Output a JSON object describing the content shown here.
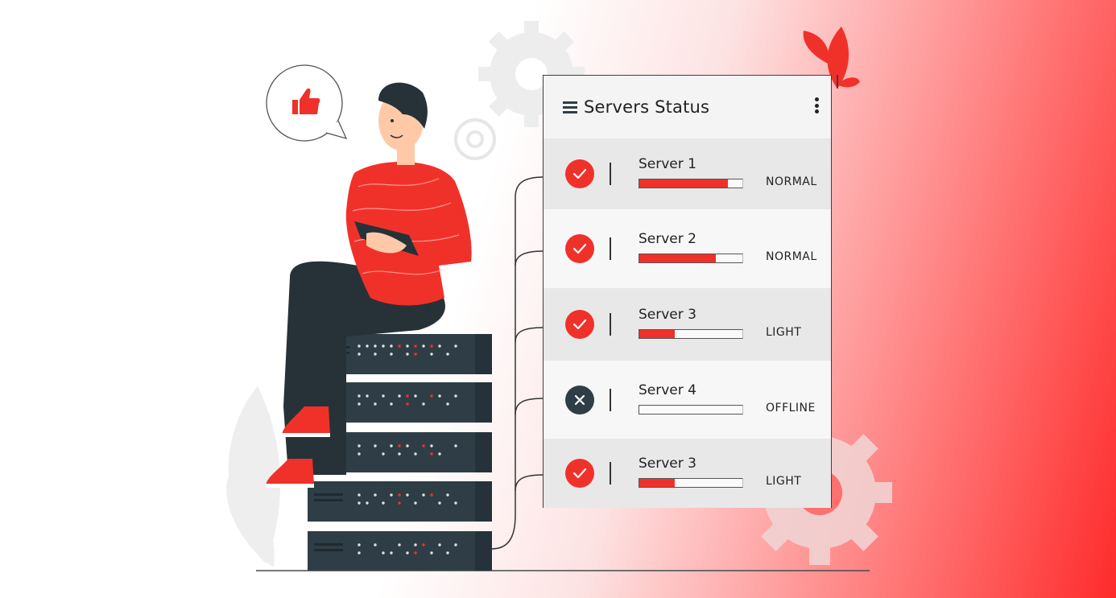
{
  "colors": {
    "accent": "#f0312a",
    "dark": "#2f3e46",
    "panel_bg": "#f7f7f7"
  },
  "panel": {
    "title": "Servers Status",
    "menu_icon": "hamburger-icon",
    "more_icon": "kebab-menu-icon",
    "servers": [
      {
        "name": "Server 1",
        "status": "NORMAL",
        "load": 0.86,
        "ok": true,
        "icon": "check-icon"
      },
      {
        "name": "Server 2",
        "status": "NORMAL",
        "load": 0.74,
        "ok": true,
        "icon": "check-icon"
      },
      {
        "name": "Server 3",
        "status": "LIGHT",
        "load": 0.34,
        "ok": true,
        "icon": "check-icon"
      },
      {
        "name": "Server 4",
        "status": "OFFLINE",
        "load": 0.0,
        "ok": false,
        "icon": "x-icon"
      },
      {
        "name": "Server 3",
        "status": "LIGHT",
        "load": 0.34,
        "ok": true,
        "icon": "check-icon"
      }
    ]
  },
  "illustration": {
    "thumbs_up_icon": "thumbs-up-icon",
    "gear_icons": [
      "gear-icon"
    ],
    "server_rack_icon": "server-rack-icon"
  }
}
